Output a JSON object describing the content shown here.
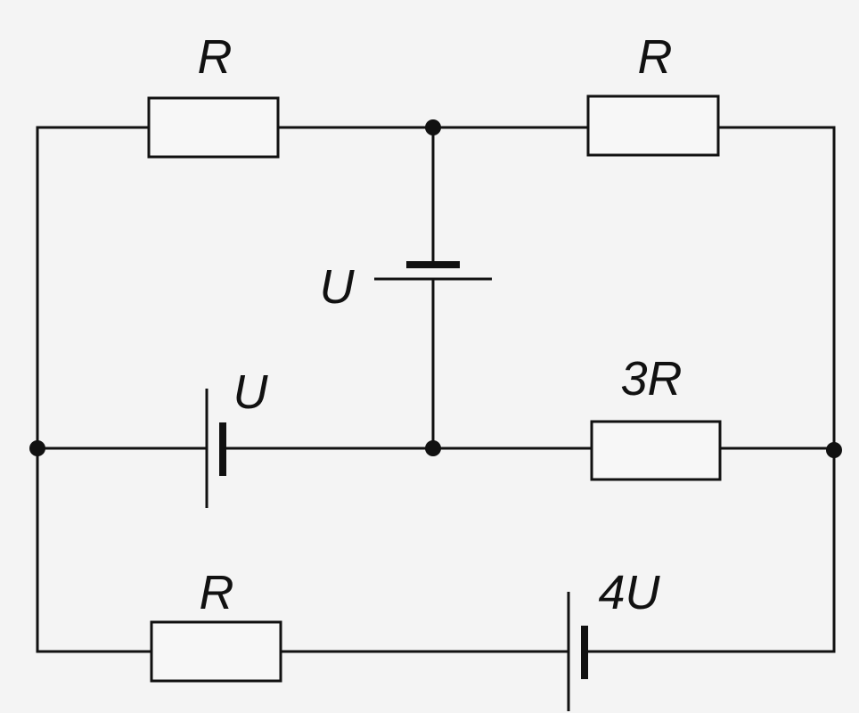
{
  "diagram": {
    "resistors": {
      "top_left": "R",
      "top_right": "R",
      "middle_right": "3R",
      "bottom_left": "R"
    },
    "sources": {
      "vertical_center": "U",
      "middle_left": "U",
      "bottom_right": "4U"
    }
  }
}
